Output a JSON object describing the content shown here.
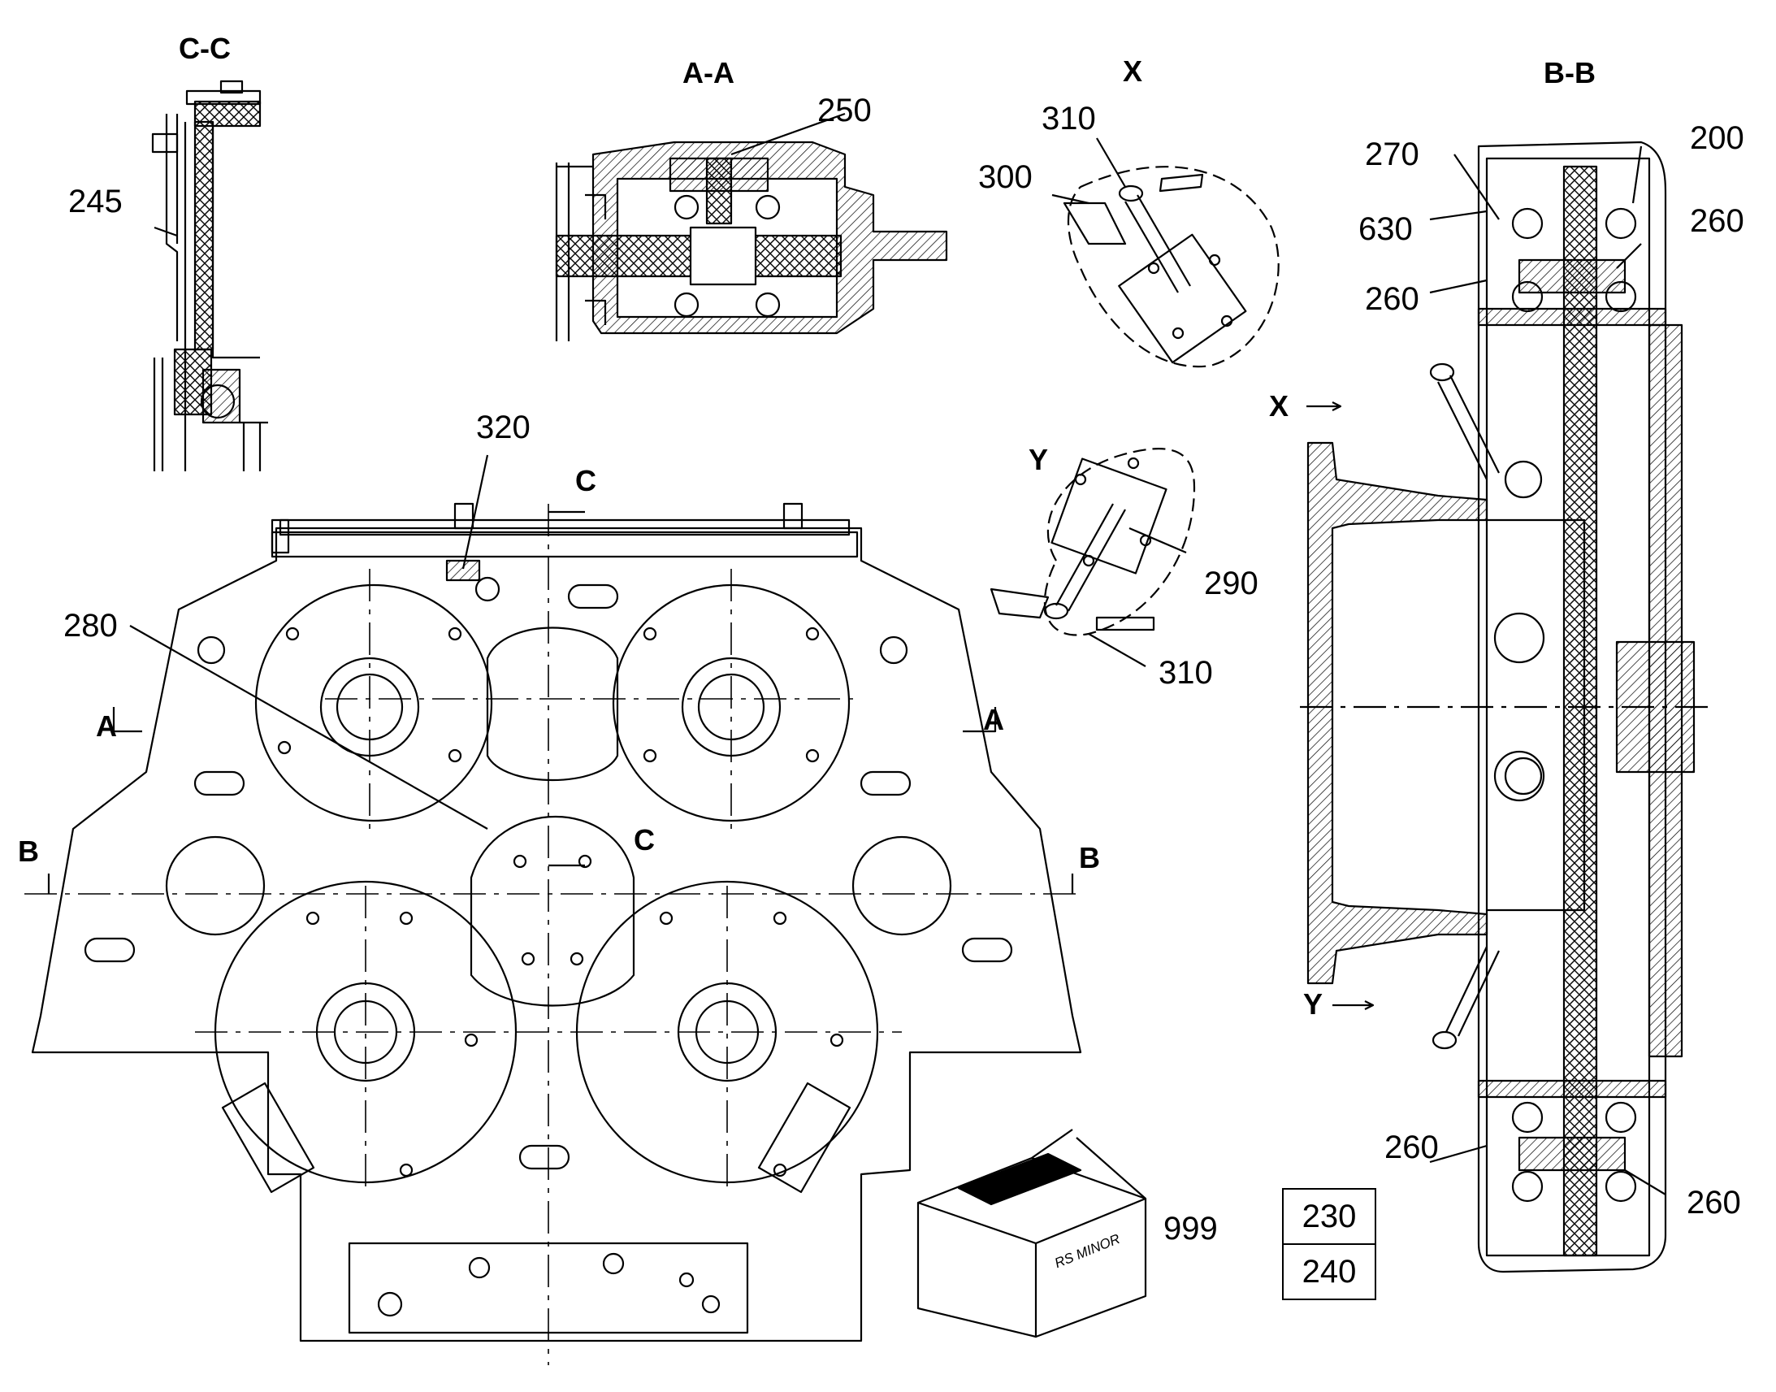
{
  "views": {
    "cc_title": "C-C",
    "aa_title": "A-A",
    "x_title": "X",
    "bb_title": "B-B",
    "y_title": "Y"
  },
  "callouts": {
    "c245": "245",
    "c250": "250",
    "c310a": "310",
    "c300": "300",
    "c270": "270",
    "c200": "200",
    "c630": "630",
    "c260a": "260",
    "c260b": "260",
    "c320": "320",
    "c280": "280",
    "c290": "290",
    "c310b": "310",
    "c260c": "260",
    "c260d": "260",
    "c999": "999"
  },
  "section_marks": {
    "c_top": "C",
    "c_mid": "C",
    "a_left": "A",
    "a_right": "A",
    "b_left": "B",
    "b_right": "B",
    "x_arrow": "X",
    "y_arrow": "Y"
  },
  "kit_box": {
    "label": "RS MINOR"
  },
  "part_table": [
    "230",
    "240"
  ],
  "icons": [
    "gearbox-front-view",
    "section-cc",
    "section-aa",
    "detail-x",
    "detail-y",
    "section-bb",
    "parts-box"
  ]
}
